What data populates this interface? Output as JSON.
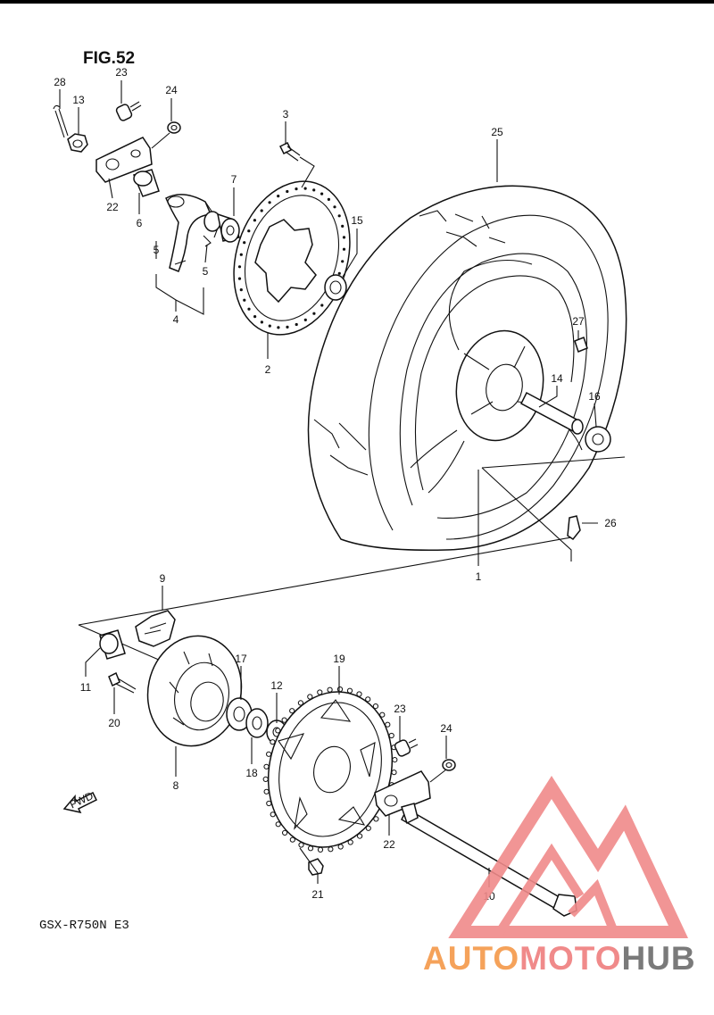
{
  "figure": {
    "title": "FIG.52",
    "model": "GSX-R750N  E3",
    "fwd_label": "FWD"
  },
  "watermark": {
    "part1": "AUTO",
    "part2": "MOTO",
    "part3": "HUB",
    "color_orange": "#f5a25a",
    "color_red": "#f08a8a",
    "color_gray": "#7a7a7a"
  },
  "callouts": [
    {
      "id": "c28",
      "text": "28"
    },
    {
      "id": "c23a",
      "text": "23"
    },
    {
      "id": "c13",
      "text": "13"
    },
    {
      "id": "c24a",
      "text": "24"
    },
    {
      "id": "c22a",
      "text": "22"
    },
    {
      "id": "c6",
      "text": "6"
    },
    {
      "id": "c7",
      "text": "7"
    },
    {
      "id": "c5a",
      "text": "5"
    },
    {
      "id": "c5b",
      "text": "5"
    },
    {
      "id": "c4",
      "text": "4"
    },
    {
      "id": "c3",
      "text": "3"
    },
    {
      "id": "c15",
      "text": "15"
    },
    {
      "id": "c2",
      "text": "2"
    },
    {
      "id": "c25",
      "text": "25"
    },
    {
      "id": "c27",
      "text": "27"
    },
    {
      "id": "c14",
      "text": "14"
    },
    {
      "id": "c16",
      "text": "16"
    },
    {
      "id": "c26",
      "text": "26"
    },
    {
      "id": "c1",
      "text": "1"
    },
    {
      "id": "c9",
      "text": "9"
    },
    {
      "id": "c11",
      "text": "11"
    },
    {
      "id": "c17",
      "text": "17"
    },
    {
      "id": "c19",
      "text": "19"
    },
    {
      "id": "c12",
      "text": "12"
    },
    {
      "id": "c20",
      "text": "20"
    },
    {
      "id": "c23b",
      "text": "23"
    },
    {
      "id": "c24b",
      "text": "24"
    },
    {
      "id": "c8",
      "text": "8"
    },
    {
      "id": "c18",
      "text": "18"
    },
    {
      "id": "c22b",
      "text": "22"
    },
    {
      "id": "c10",
      "text": "10"
    },
    {
      "id": "c21",
      "text": "21"
    }
  ]
}
